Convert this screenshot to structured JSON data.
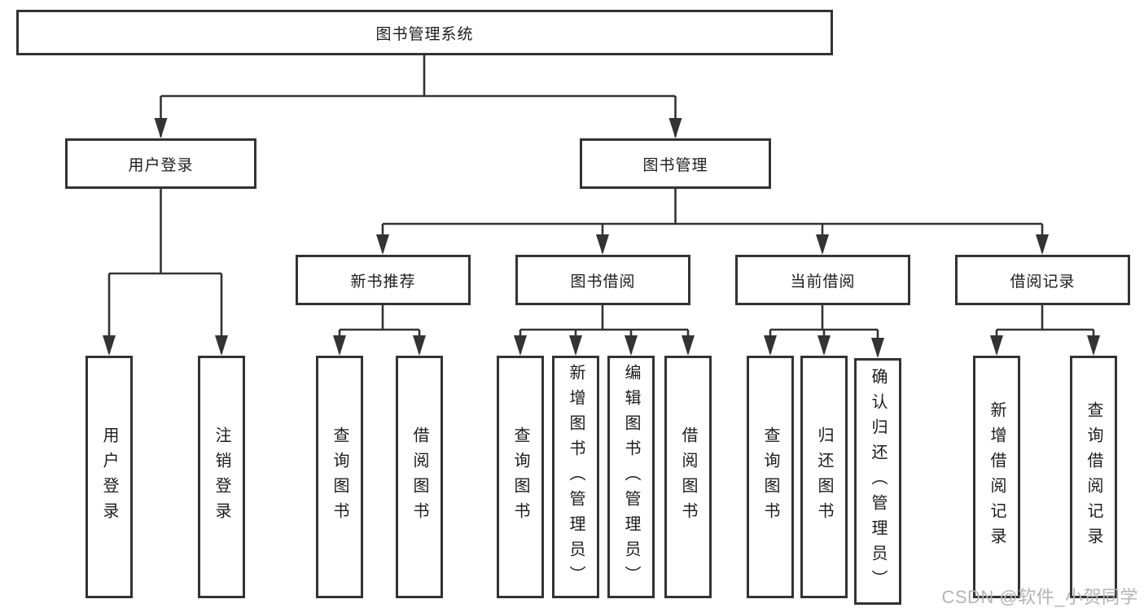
{
  "tree": {
    "root": "图书管理系统",
    "branches": [
      {
        "label": "用户登录",
        "children": [
          "用户登录",
          "注销登录"
        ]
      },
      {
        "label": "图书管理",
        "sections": [
          {
            "label": "新书推荐",
            "children": [
              "查询图书",
              "借阅图书"
            ]
          },
          {
            "label": "图书借阅",
            "children": [
              "查询图书",
              "新增图书（管理员）",
              "编辑图书（管理员）",
              "借阅图书"
            ]
          },
          {
            "label": "当前借阅",
            "children": [
              "查询图书",
              "归还图书",
              "确认归还（管理员）"
            ]
          },
          {
            "label": "借阅记录",
            "children": [
              "新增借阅记录",
              "查询借阅记录"
            ]
          }
        ]
      }
    ]
  },
  "watermark": {
    "text": "CSDN @软件_小贺同学"
  },
  "colors": {
    "line": "#333333",
    "border": "#333333",
    "text": "#1c1c1c",
    "watermark": "#b4b4b4",
    "background": "#ffffff"
  }
}
